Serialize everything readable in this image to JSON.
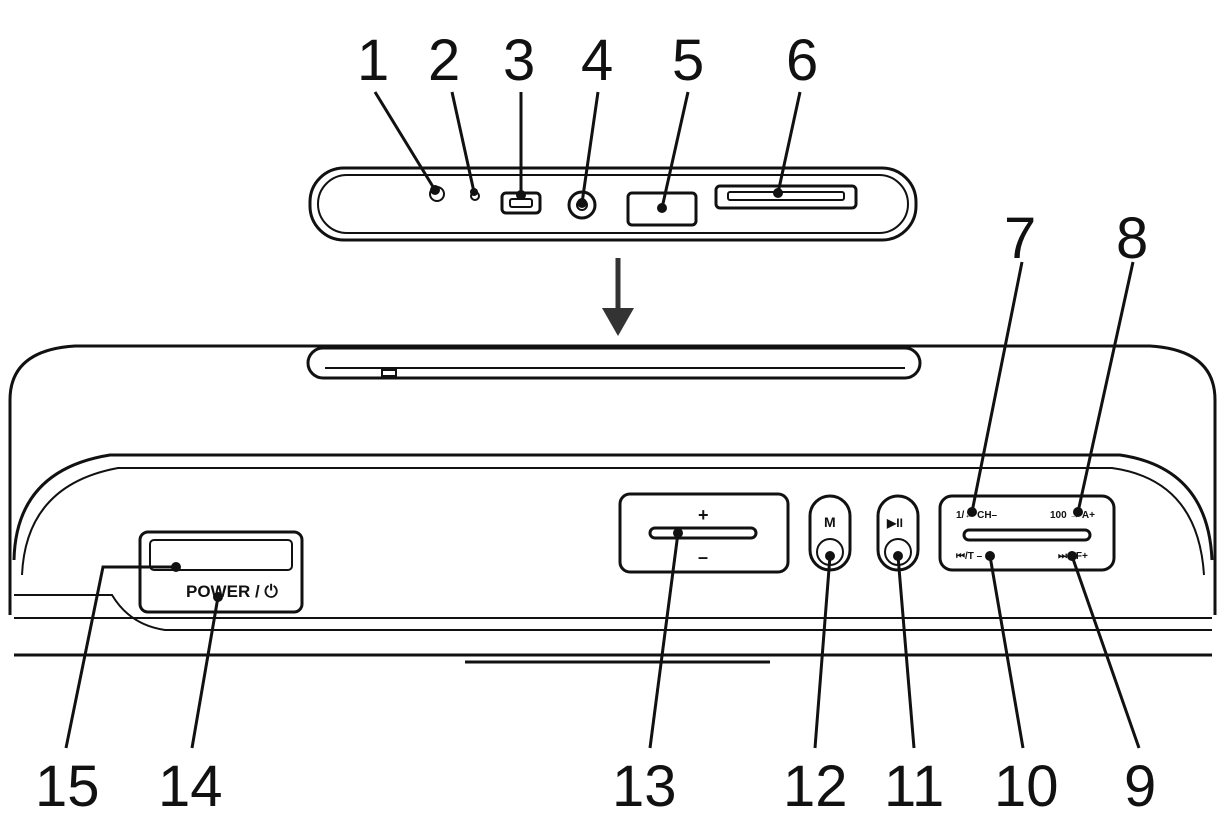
{
  "callouts": {
    "c1": "1",
    "c2": "2",
    "c3": "3",
    "c4": "4",
    "c5": "5",
    "c6": "6",
    "c7": "7",
    "c8": "8",
    "c9": "9",
    "c10": "10",
    "c11": "11",
    "c12": "12",
    "c13": "13",
    "c14": "14",
    "c15": "15"
  },
  "labels": {
    "power": "POWER / ⏻",
    "mode": "M",
    "play_pause": "▶II",
    "volume_plus": "+",
    "volume_minus": "–",
    "btn7": "1/← CH–",
    "btn8": "100 → A+",
    "btn10": "⏮/T –",
    "btn9": "⏭ FF+"
  },
  "icons": {
    "arrow": "down-arrow-icon",
    "power": "power-icon",
    "play_pause": "play-pause-icon"
  },
  "colors": {
    "line": "#111111",
    "background": "#ffffff"
  }
}
